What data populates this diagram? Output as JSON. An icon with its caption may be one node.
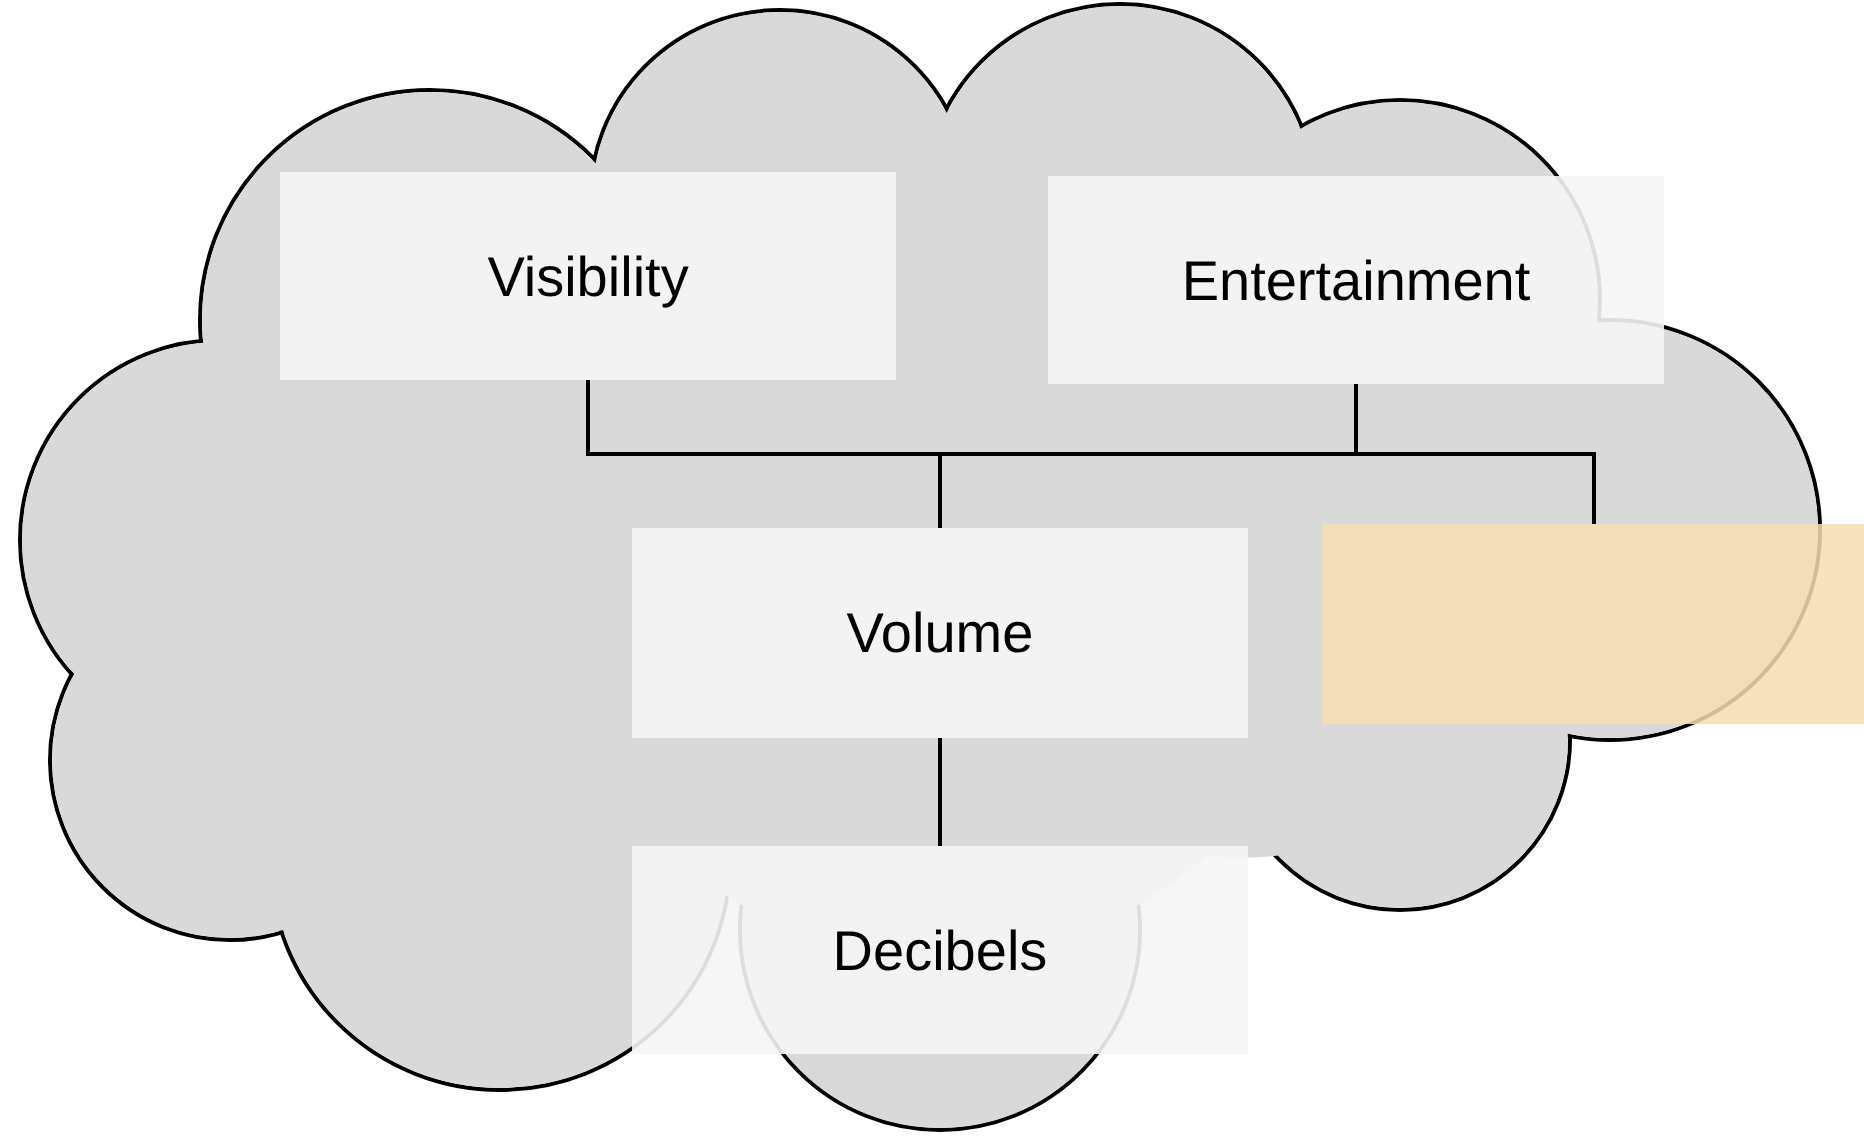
{
  "diagram": {
    "nodes": [
      {
        "text": [],
        "shape": "cloud"
      },
      {
        "text": [
          "Visibility"
        ],
        "in": 0
      },
      {
        "text": [
          "Entertainment"
        ],
        "in": 0
      },
      {
        "text": [
          "Volume"
        ],
        "in": 0
      },
      {
        "text": [],
        "shape": "box"
      },
      {
        "text": [
          "Decibels"
        ],
        "in": 0
      }
    ],
    "edges": [
      {
        "from": 1,
        "to": 3,
        "arrow": "none"
      },
      {
        "from": 2,
        "to": 3,
        "arrow": "none"
      },
      {
        "from": 1,
        "to": 4,
        "arrow": "none"
      },
      {
        "from": 2,
        "to": 4,
        "arrow": "none"
      },
      {
        "from": 3,
        "to": 5,
        "arrow": "none"
      }
    ]
  }
}
